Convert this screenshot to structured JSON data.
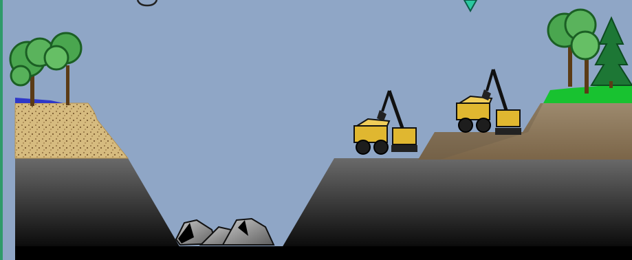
{
  "scene": {
    "sky_color": "#8fa6c6",
    "bedrock_top_color": "#6a6a6a",
    "bedrock_bottom_color": "#0a0a0a",
    "topsoil_color": "#d6bb7f",
    "overburden_color": "#8a7458",
    "grass_color": "#18c230",
    "water_color": "#2f38c8",
    "left_border_color": "#2f9a6a",
    "ore_color": "#9b9b9b",
    "equipment_color": "#e0b730",
    "icons": {
      "marker": "green-triangle-marker",
      "partial_glyph": "partial-glyph",
      "left_trees": "deciduous-tree",
      "right_trees": "deciduous-and-conifer-trees",
      "trucks": "haul-truck",
      "shovels": "excavator-shovel",
      "ore": "ore-rocks"
    }
  }
}
